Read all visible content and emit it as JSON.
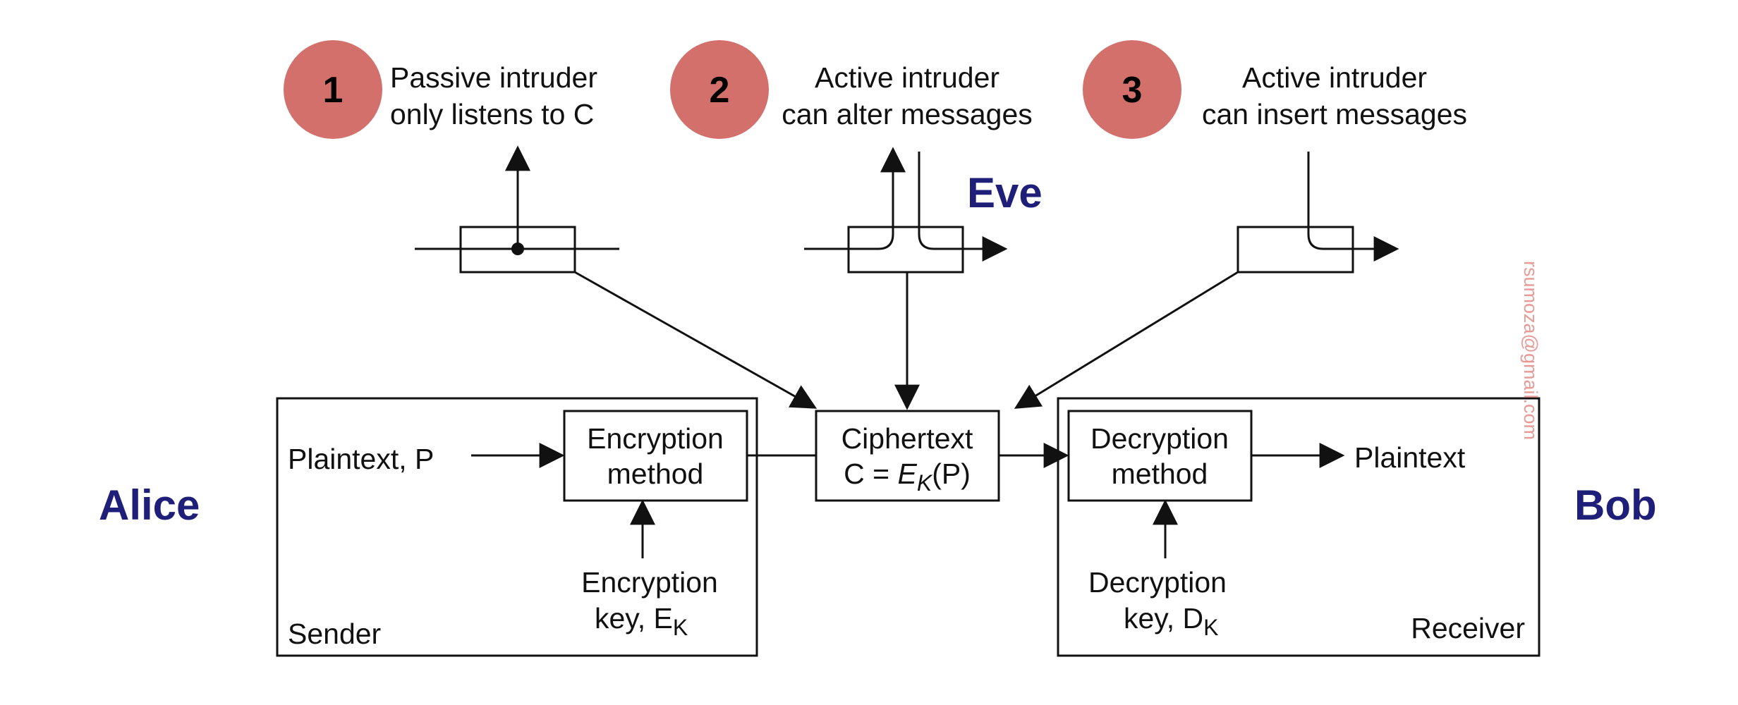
{
  "colors": {
    "badge_fill": "#d4706c",
    "party_label": "#1f1f7a",
    "line": "#111111",
    "watermark": "#e89a95"
  },
  "intruders": [
    {
      "number": "1",
      "line1": "Passive intruder",
      "line2": "only listens to C"
    },
    {
      "number": "2",
      "line1": "Active intruder",
      "line2": "can alter messages"
    },
    {
      "number": "3",
      "line1": "Active intruder",
      "line2": "can insert messages"
    }
  ],
  "parties": {
    "eve": "Eve",
    "alice": "Alice",
    "bob": "Bob"
  },
  "sender": {
    "plaintext_label": "Plaintext, P",
    "method_line1": "Encryption",
    "method_line2": "method",
    "key_line1": "Encryption",
    "key_line2": "key, E",
    "key_subscript": "K",
    "box_label": "Sender"
  },
  "ciphertext": {
    "line1": "Ciphertext",
    "line2_prefix": "C = ",
    "line2_E": "E",
    "line2_sub": "K",
    "line2_suffix": "(P)"
  },
  "receiver": {
    "method_line1": "Decryption",
    "method_line2": "method",
    "plaintext_label": "Plaintext",
    "key_line1": "Decryption",
    "key_line2": "key, D",
    "key_subscript": "K",
    "box_label": "Receiver"
  },
  "watermark": "rsumoza@gmail.com"
}
